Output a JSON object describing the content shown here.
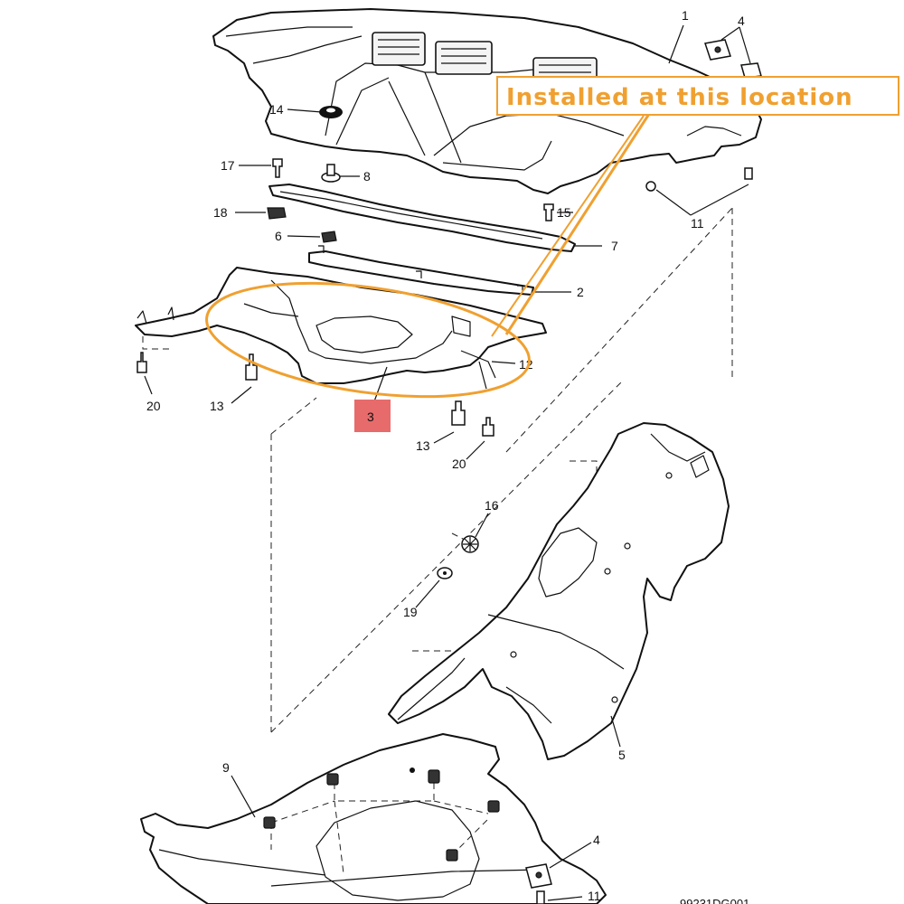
{
  "callout": {
    "text": "Installed at this location",
    "color": "#f0a030",
    "highlight_part": "3",
    "highlight_color": "#e86b6b"
  },
  "labels": {
    "p1": "1",
    "p2": "2",
    "p3": "3",
    "p4_top": "4",
    "p4_bottom": "4",
    "p5": "5",
    "p6": "6",
    "p7": "7",
    "p8": "8",
    "p9": "9",
    "p11_top": "11",
    "p11_bottom": "11",
    "p12": "12",
    "p13_left": "13",
    "p13_right": "13",
    "p14": "14",
    "p15": "15",
    "p16": "16",
    "p17": "17",
    "p18": "18",
    "p19": "19",
    "p20_left": "20",
    "p20_right": "20"
  },
  "ref_code": "99231DG001"
}
